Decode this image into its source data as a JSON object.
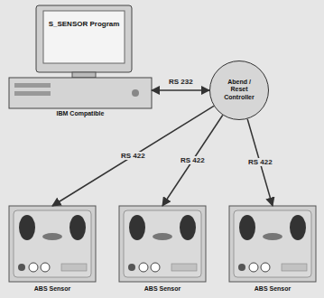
{
  "diagram": {
    "nodes": [
      {
        "text": [
          "S_SENSOR Program",
          "IBM Compatible"
        ]
      },
      {
        "text": [
          "Abend / Reset Controller"
        ]
      },
      {
        "text": [
          "ABS Sensor"
        ]
      },
      {
        "text": [
          "ABS Sensor"
        ]
      },
      {
        "text": [
          "ABS Sensor"
        ]
      }
    ],
    "edges": [
      {
        "from": 0,
        "to": 1,
        "arrow": "both",
        "label": "RS 232"
      },
      {
        "from": 1,
        "to": 2,
        "arrow": "to",
        "label": "RS 422"
      },
      {
        "from": 1,
        "to": 3,
        "arrow": "to",
        "label": "RS 422"
      },
      {
        "from": 1,
        "to": 4,
        "arrow": "to",
        "label": "RS 422"
      }
    ]
  }
}
